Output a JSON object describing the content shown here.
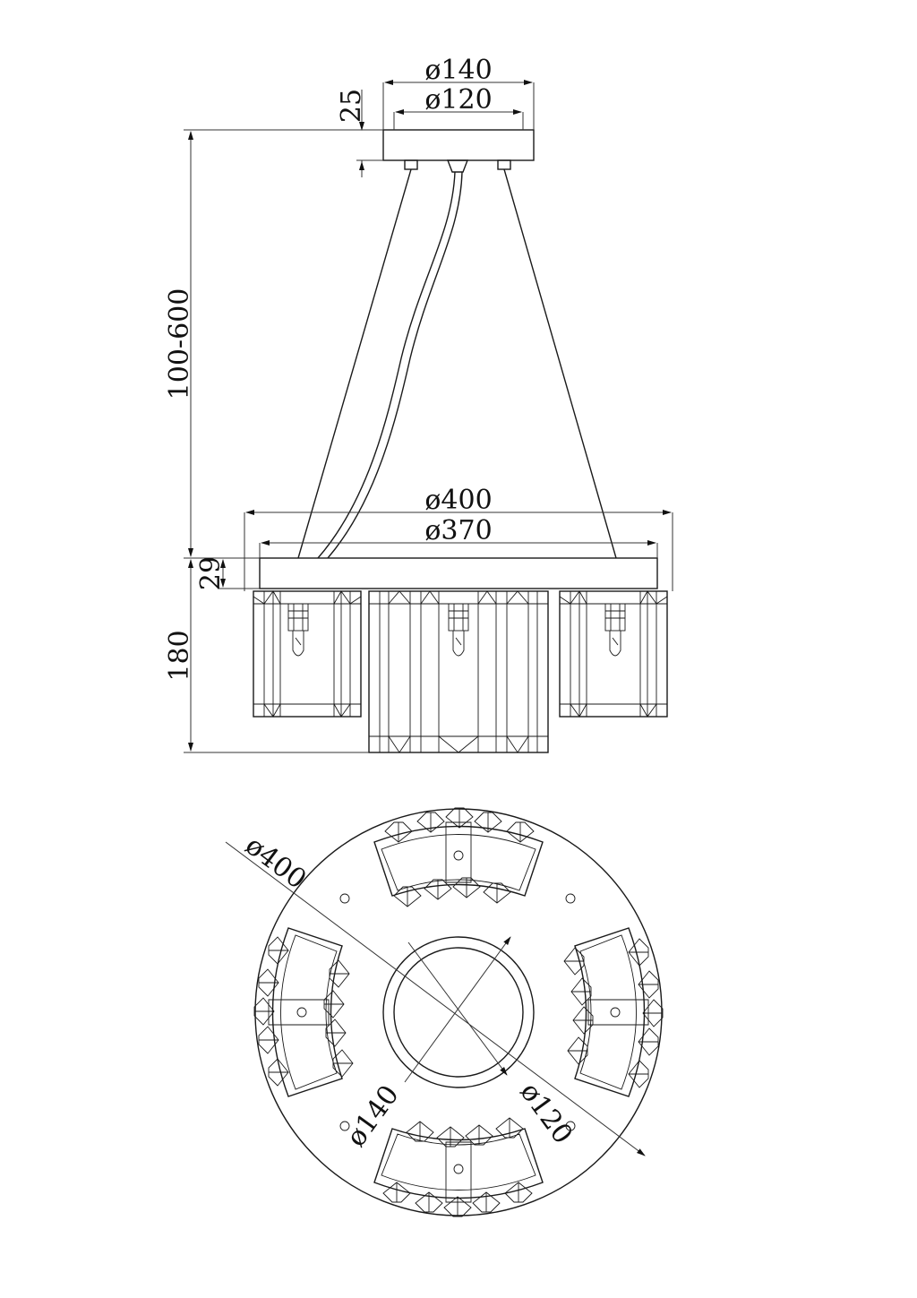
{
  "drawing": {
    "side_view": {
      "canopy_outer_diameter": "ø140",
      "canopy_inner_diameter": "ø120",
      "canopy_height": "25",
      "suspension_length": "100-600",
      "frame_outer_diameter": "ø400",
      "frame_inner_diameter": "ø370",
      "frame_height": "29",
      "shade_height": "180"
    },
    "top_view": {
      "overall_diameter": "ø400",
      "canopy_outer_diameter": "ø140",
      "canopy_inner_diameter": "ø120"
    }
  }
}
